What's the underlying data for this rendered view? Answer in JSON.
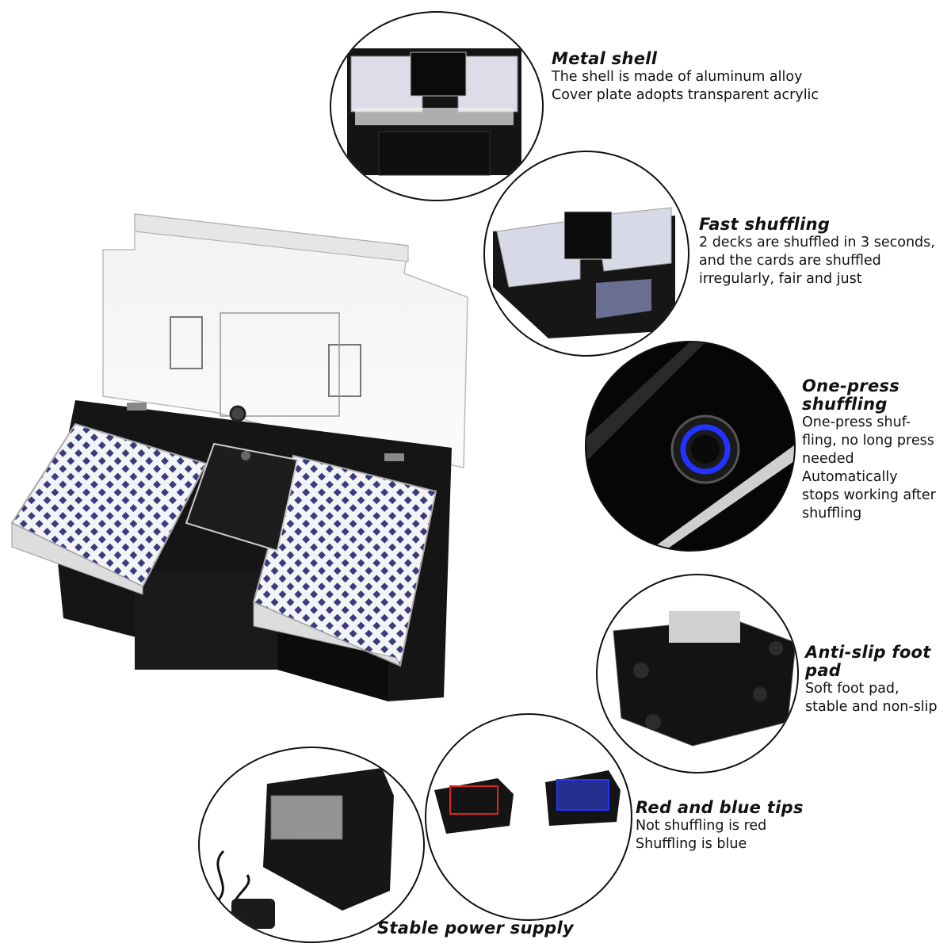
{
  "features": [
    {
      "id": "metal-shell",
      "title": "Metal shell",
      "lines": [
        "The shell is made of aluminum alloy",
        "Cover plate adopts transparent acrylic"
      ]
    },
    {
      "id": "fast-shuffling",
      "title": "Fast shuffling",
      "lines": [
        "2 decks are shuffled in 3 seconds,",
        "and the cards are shuffled",
        "irregularly, fair and just"
      ]
    },
    {
      "id": "one-press-shuffling",
      "title_lines": [
        "One-press",
        "shuffling"
      ],
      "lines": [
        "One-press shuf-",
        "fling, no long press",
        "needed",
        "Automatically",
        "stops working after",
        "shuffling"
      ]
    },
    {
      "id": "anti-slip-foot-pad",
      "title_lines": [
        "Anti-slip foot",
        "pad"
      ],
      "lines": [
        "Soft foot pad,",
        "stable and non-slip"
      ]
    },
    {
      "id": "red-blue-tips",
      "title": "Red and blue tips",
      "lines": [
        "Not shuffling is red",
        "Shuffling is blue"
      ]
    },
    {
      "id": "stable-power-supply",
      "title": "Stable power supply"
    }
  ],
  "colors": {
    "shell_black": "#111111",
    "card_pattern": "#2b2d6e",
    "blue_led": "#2233ff",
    "red_led": "#e22222"
  }
}
